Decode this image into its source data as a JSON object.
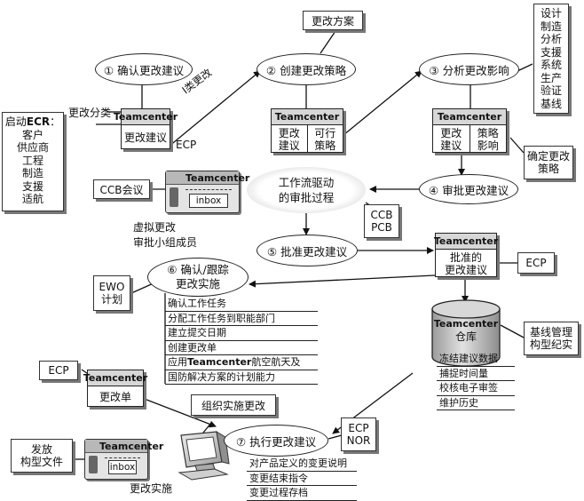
{
  "process_steps": {
    "s1": "① 确认更改建议",
    "s2": "② 创建更改策略",
    "s3": "③ 分析更改影响",
    "s4": "④ 审批更改建议",
    "s5": "⑤ 批准更改建议",
    "s6_line1": "⑥ 确认/跟踪",
    "s6_line2": "更改实施",
    "s7": "⑦ 执行更改建议"
  },
  "workflow": {
    "line1": "工作流驱动",
    "line2": "的审批过程"
  },
  "callouts": {
    "change_plan": "更改方案",
    "analysis_roles": [
      "设计",
      "制造",
      "分析",
      "支援",
      "系统",
      "生产",
      "验证",
      "基线"
    ],
    "start_ecr": {
      "prefix": "启动",
      "bold": "ECR",
      "suffix": "：",
      "items": [
        "客户",
        "供应商",
        "工程",
        "制造",
        "支援",
        "适航"
      ]
    },
    "ccb_meeting": "CCB会议",
    "ccb_pcb": [
      "CCB",
      "PCB"
    ],
    "determine_strategy": [
      "确定更改",
      "策略"
    ],
    "ecp_right": "ECP",
    "ewo_plan": [
      "EWO",
      "计划"
    ],
    "baseline_mgmt": [
      "基线管理",
      "构型纪实"
    ],
    "ecp_left": "ECP",
    "organize_impl": "组织实施更改",
    "ecp_nor": [
      "ECP",
      "NOR"
    ],
    "release_docs": [
      "发放",
      "构型文件"
    ]
  },
  "teamcenter": {
    "brand": "Teamcenter",
    "change_proposal": "更改建议",
    "strategy_cells": [
      [
        "更改",
        "建议"
      ],
      [
        "可行",
        "策略"
      ]
    ],
    "impact_cells": [
      [
        "更改",
        "建议"
      ],
      [
        "策略",
        "影响"
      ]
    ],
    "approved": [
      "批准的",
      "更改建议"
    ],
    "change_order": "更改单",
    "repository": "仓库",
    "inbox": "inbox"
  },
  "labels": {
    "change_classification": "更改分类",
    "class_one_change": "I类更改",
    "ecp_under_box": "ECP",
    "virtual_board": [
      "虚拟更改",
      "审批小组成员"
    ],
    "change_impl": "更改实施"
  },
  "tracking_list": [
    "确认工作任务",
    "分配工作任务到职能部门",
    "建立提交日期",
    "创建更改单",
    {
      "pre": "应用",
      "bold": "Teamcenter",
      "post": "航空航天及"
    },
    "国防解决方案的计划能力"
  ],
  "repository_list": [
    "冻结建议数据",
    "捕捉时间量",
    "校核电子审签",
    "维护历史"
  ],
  "execution_list": [
    "对产品定义的变更说明",
    "变更结束指令",
    "变更过程存档"
  ]
}
